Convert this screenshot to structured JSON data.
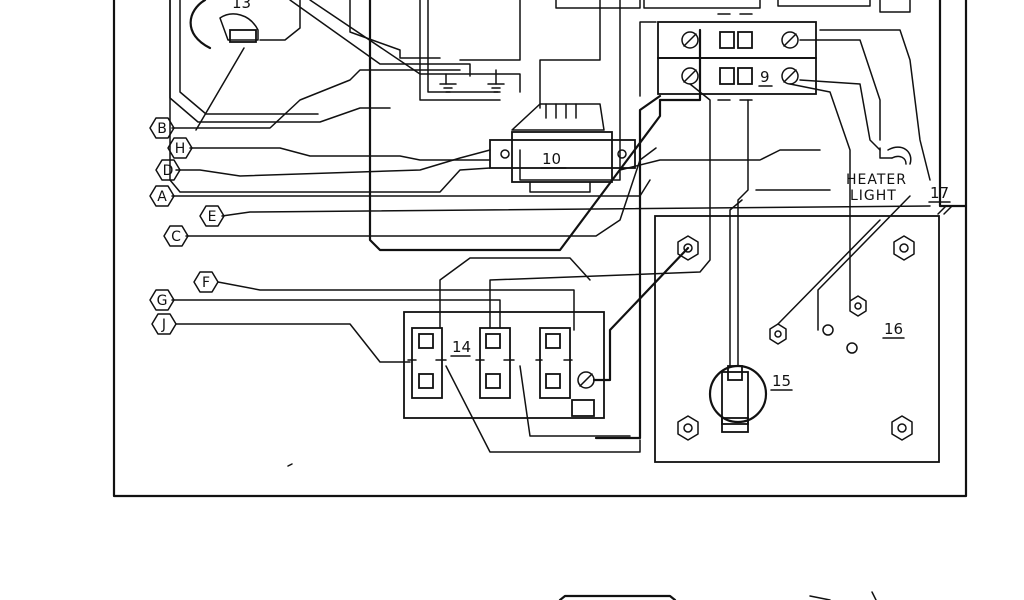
{
  "colors": {
    "ink": "#111111",
    "paper": "#ffffff"
  },
  "wire_labels": [
    "B",
    "H",
    "D",
    "A",
    "E",
    "C",
    "F",
    "G",
    "J"
  ],
  "components": {
    "c9": "9",
    "c10": "10",
    "c13": "13",
    "c14": "14",
    "c15": "15",
    "c16": "16",
    "c17": "17"
  },
  "heater_light": {
    "line1": "HEATER",
    "line2": "LIGHT"
  }
}
